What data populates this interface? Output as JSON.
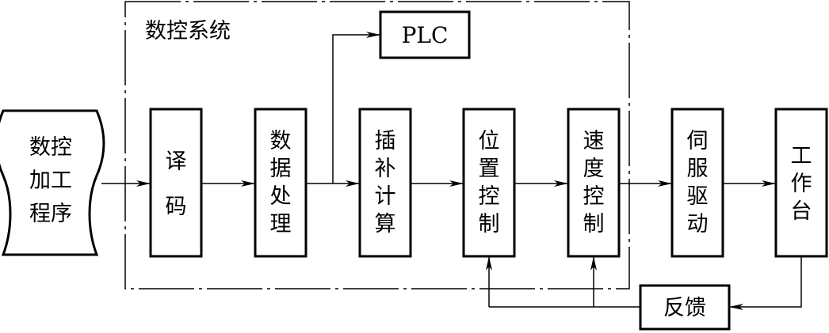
{
  "diagram": {
    "system_label": "数控系统",
    "program_lines": [
      "数控",
      "加工",
      "程序"
    ],
    "blocks": [
      {
        "id": "decode",
        "chars": [
          "译",
          "码"
        ]
      },
      {
        "id": "data-processing",
        "chars": [
          "数",
          "据",
          "处",
          "理"
        ]
      },
      {
        "id": "interpolation",
        "chars": [
          "插",
          "补",
          "计",
          "算"
        ]
      },
      {
        "id": "position-control",
        "chars": [
          "位",
          "置",
          "控",
          "制"
        ]
      },
      {
        "id": "speed-control",
        "chars": [
          "速",
          "度",
          "控",
          "制"
        ]
      },
      {
        "id": "servo-drive",
        "chars": [
          "伺",
          "服",
          "驱",
          "动"
        ]
      },
      {
        "id": "worktable",
        "chars": [
          "工",
          "作",
          "台"
        ]
      }
    ],
    "plc_label": "PLC",
    "feedback_label": "反馈"
  }
}
